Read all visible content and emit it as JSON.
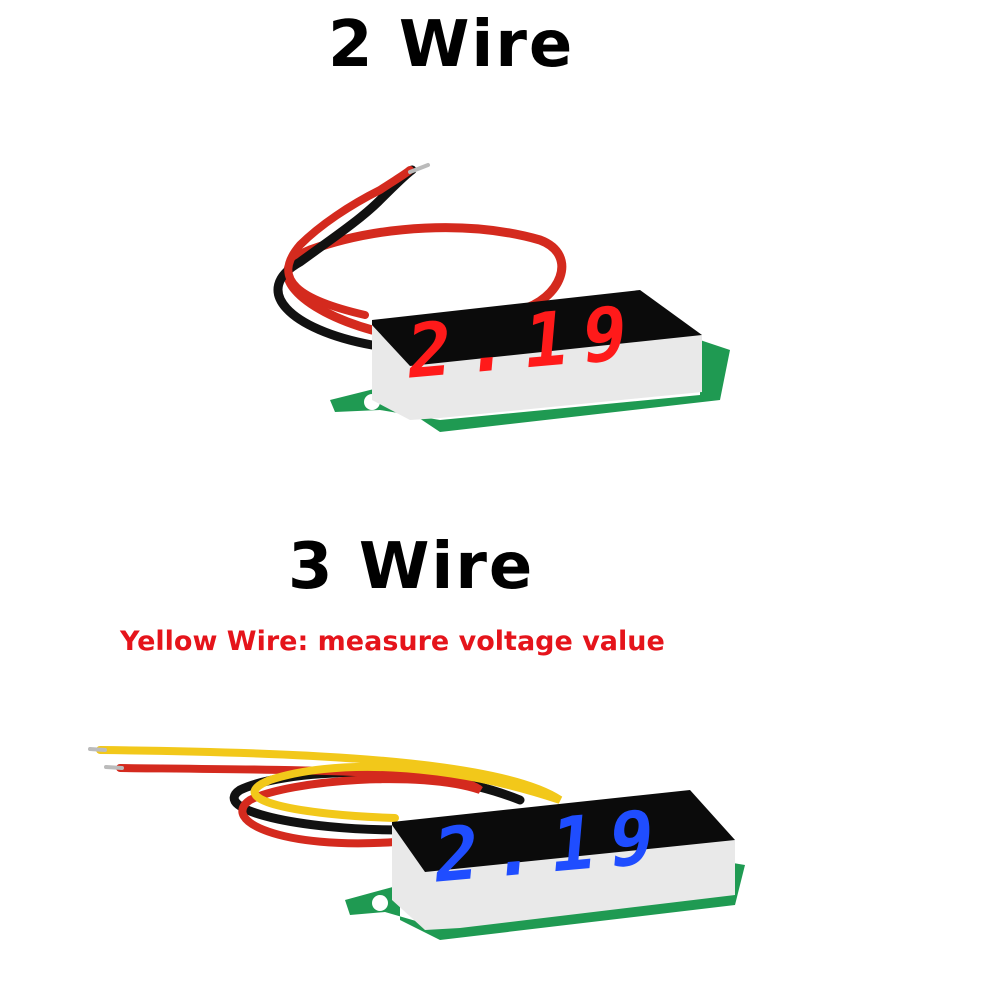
{
  "sections": [
    {
      "title": "2 Wire",
      "display_value": "2.19",
      "led_color": "#ff1a1a",
      "wire_colors": [
        "#d42a1e",
        "#111111"
      ]
    },
    {
      "title": "3 Wire",
      "note": "Yellow Wire: measure voltage value",
      "display_value": "2.19",
      "led_color": "#1f4dff",
      "wire_colors": [
        "#f2c81a",
        "#d42a1e",
        "#111111"
      ]
    }
  ],
  "colors": {
    "note_text": "#e5141b",
    "pcb": "#1f9a52",
    "housing": "#e9e9e9",
    "display_face": "#0b0b0b"
  }
}
